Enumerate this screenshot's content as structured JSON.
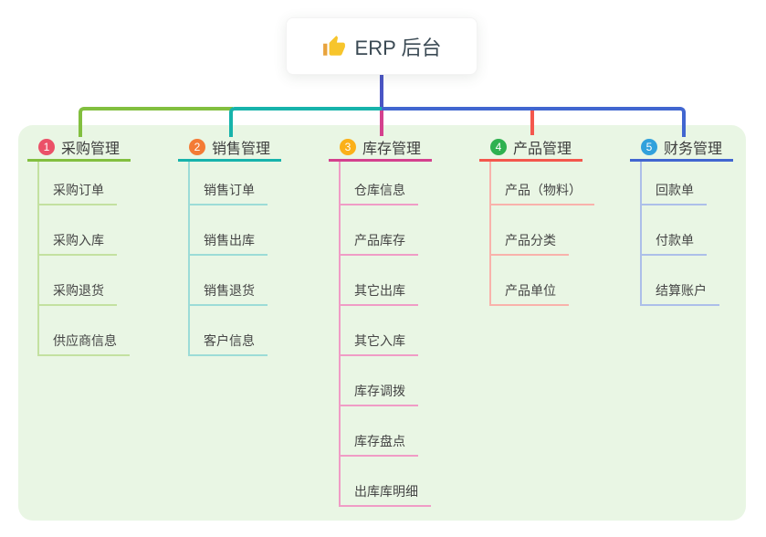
{
  "root": {
    "label": "ERP 后台",
    "icon": "thumbs-up-icon"
  },
  "colors": {
    "panel_bg": "#e9f6e4",
    "root_connector": "#4a55c5",
    "root_text": "#3b4a54",
    "header_text": "#3d3d3d",
    "child_text": "#454545",
    "thumb_yellow": "#f7c52c"
  },
  "branches": [
    {
      "badge": "1",
      "label": "采购管理",
      "badge_color": "#eb5168",
      "line_color": "#82bf3f",
      "child_line_color": "#c3e1a0",
      "children": [
        "采购订单",
        "采购入库",
        "采购退货",
        "供应商信息"
      ]
    },
    {
      "badge": "2",
      "label": "销售管理",
      "badge_color": "#f47b35",
      "line_color": "#17b3ab",
      "child_line_color": "#9cdcd7",
      "children": [
        "销售订单",
        "销售出库",
        "销售退货",
        "客户信息"
      ]
    },
    {
      "badge": "3",
      "label": "库存管理",
      "badge_color": "#fbb019",
      "line_color": "#d4418e",
      "child_line_color": "#f09cc6",
      "children": [
        "仓库信息",
        "产品库存",
        "其它出库",
        "其它入库",
        "库存调拨",
        "库存盘点",
        "出库库明细"
      ]
    },
    {
      "badge": "4",
      "label": "产品管理",
      "badge_color": "#2eb150",
      "line_color": "#f4574d",
      "child_line_color": "#f9b2ab",
      "children": [
        "产品（物料）",
        "产品分类",
        "产品单位"
      ]
    },
    {
      "badge": "5",
      "label": "财务管理",
      "badge_color": "#31a1dc",
      "line_color": "#4166d0",
      "child_line_color": "#adbfe9",
      "children": [
        "回款单",
        "付款单",
        "结算账户"
      ]
    }
  ]
}
